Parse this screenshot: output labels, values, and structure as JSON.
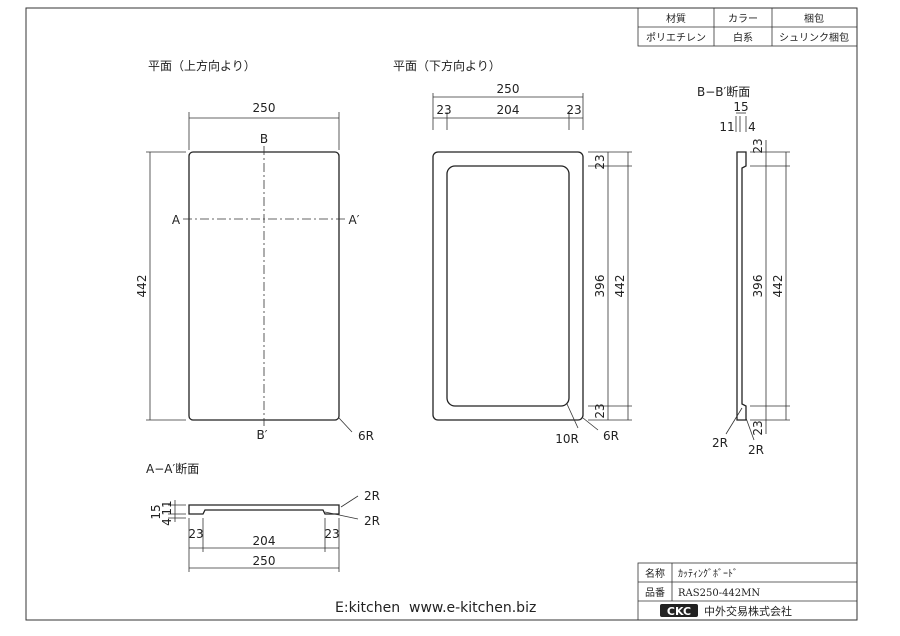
{
  "title_block_top": {
    "headers": [
      "材質",
      "カラー",
      "梱包"
    ],
    "values": [
      "ポリエチレン",
      "白系",
      "シュリンク梱包"
    ]
  },
  "views": {
    "top": {
      "title": "平面（上方向より）",
      "width": "250",
      "height": "442",
      "label_a": "A",
      "label_a_prime": "A′",
      "label_b": "B",
      "label_b_prime": "B′",
      "corner_radius": "6R"
    },
    "bottom": {
      "title": "平面（下方向より）",
      "width": "250",
      "inner_width": "204",
      "margin_left": "23",
      "margin_right": "23",
      "margin_top": "23",
      "margin_bottom": "23",
      "inner_height": "396",
      "height": "442",
      "inner_radius": "10R",
      "outer_radius": "6R"
    },
    "section_bb": {
      "title": "B−B′断面",
      "thickness": "15",
      "groove_depth": "4",
      "base": "11",
      "margin_top": "23",
      "inner_height": "396",
      "height": "442",
      "margin_bottom": "23",
      "radius_a": "2R",
      "radius_b": "2R"
    },
    "section_aa": {
      "title": "A−A′断面",
      "thickness": "15",
      "base": "11",
      "groove_depth": "4",
      "radius_a": "2R",
      "radius_b": "2R",
      "margin_left": "23",
      "margin_right": "23",
      "inner_width": "204",
      "width": "250"
    }
  },
  "footer": {
    "brand_text": "E:kitchen  www.e-kitchen.biz"
  },
  "title_block_bottom": {
    "name_label": "名称",
    "name_value": "ｶｯﾃｨﾝｸﾞﾎﾞｰﾄﾞ",
    "part_label": "品番",
    "part_value": "RAS250-442MN",
    "company_logo": "CKC",
    "company_name": "中外交易株式会社"
  }
}
